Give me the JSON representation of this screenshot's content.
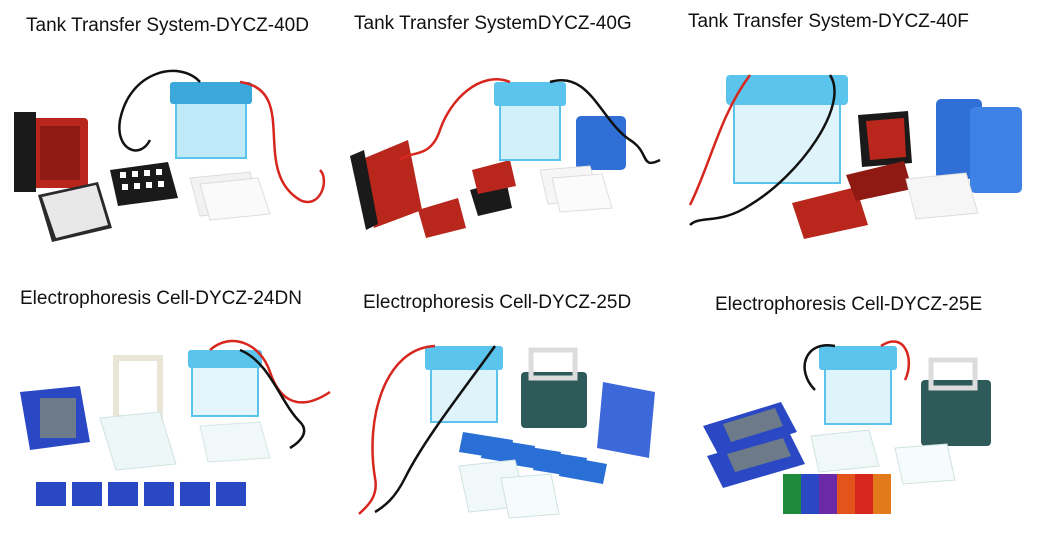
{
  "products": [
    {
      "label": "Tank Transfer System-DYCZ-40D"
    },
    {
      "label": "Tank Transfer SystemDYCZ-40G"
    },
    {
      "label": "Tank Transfer System-DYCZ-40F"
    },
    {
      "label": "Electrophoresis Cell-DYCZ-24DN"
    },
    {
      "label": "Electrophoresis Cell-DYCZ-25D"
    },
    {
      "label": "Electrophoresis Cell-DYCZ-25E"
    }
  ],
  "colors": {
    "tank_blue": "#5bc4ec",
    "tank_lid": "#3aa8da",
    "cassette_red": "#b8261c",
    "cassette_black": "#1a1a1a",
    "ice_pack_blue": "#2f6fd6",
    "comb_blue": "#2a48c4",
    "lead_red": "#d7261e",
    "lead_black": "#111111",
    "glass": "#e8f4f4"
  }
}
